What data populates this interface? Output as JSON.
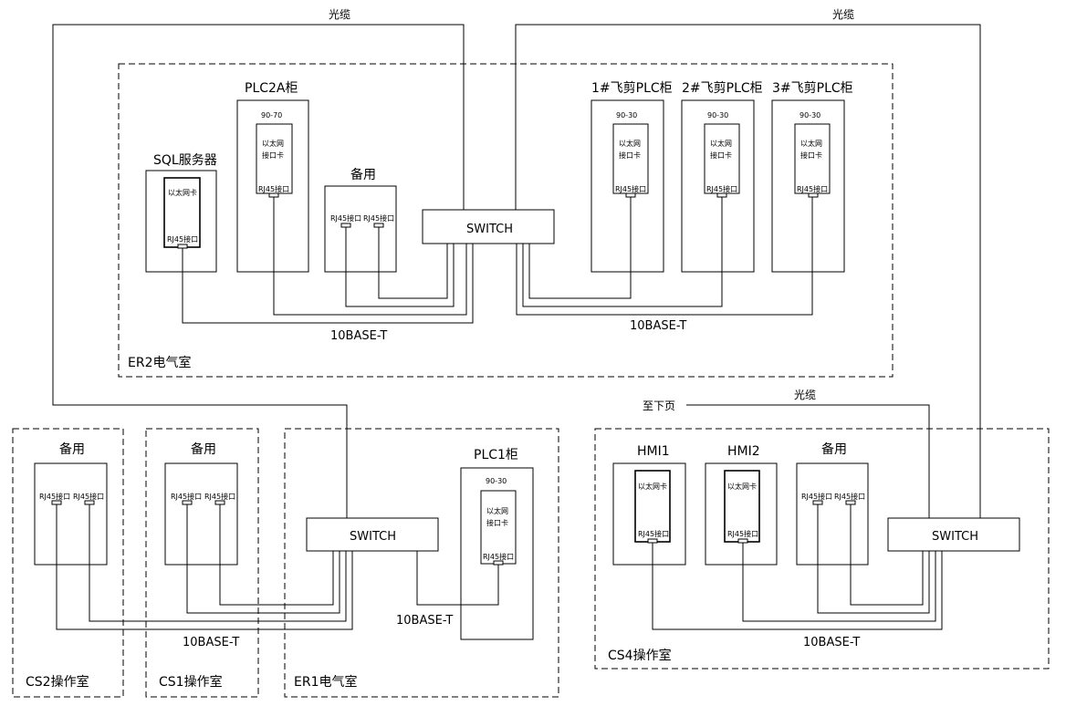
{
  "fiber_label": "光缆",
  "to_next_page": "至下页",
  "net_label": "10BASE-T",
  "switch_label": "SWITCH",
  "rj45_label": "RJ45接口",
  "nic_label": "以太网卡",
  "nic_label_line1": "以太网",
  "nic_label_line2": "接口卡",
  "spare_label": "备用",
  "rooms": {
    "er2": "ER2电气室",
    "er1": "ER1电气室",
    "cs1": "CS1操作室",
    "cs2": "CS2操作室",
    "cs4": "CS4操作室"
  },
  "devices": {
    "sql": "SQL服务器",
    "plc2a": "PLC2A柜",
    "plc2a_model": "90-70",
    "shear1": "1#飞剪PLC柜",
    "shear2": "2#飞剪PLC柜",
    "shear3": "3#飞剪PLC柜",
    "shear_model": "90-30",
    "plc1": "PLC1柜",
    "plc1_model": "90-30",
    "hmi1": "HMI1",
    "hmi2": "HMI2"
  }
}
